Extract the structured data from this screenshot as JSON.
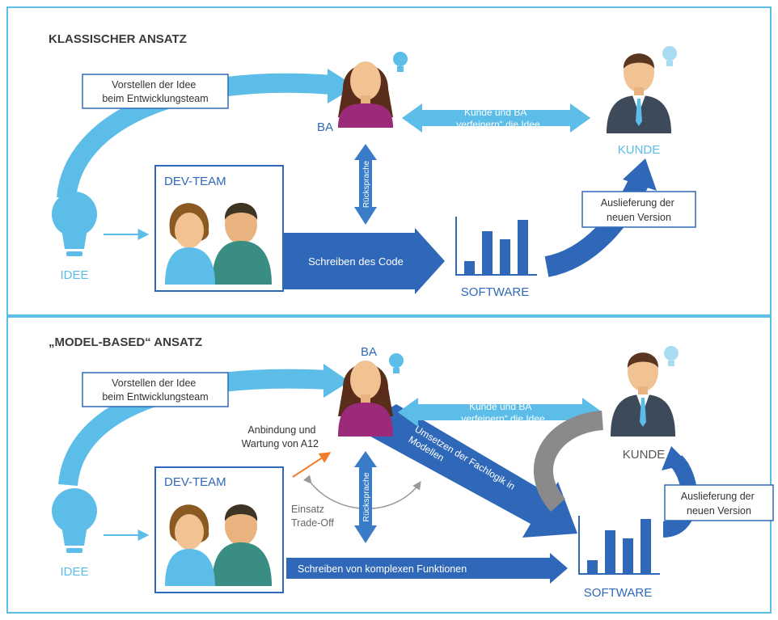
{
  "colors": {
    "light_blue": "#5bbde8",
    "dark_blue": "#2f68b8",
    "mid_blue": "#3a7cc8",
    "gray_arrow": "#8a8a8a",
    "orange": "#f07b2b",
    "frame": "#5bbde8"
  },
  "panel1": {
    "title": "KLASSISCHER ANSATZ",
    "present_box": [
      "Vorstellen der Idee",
      "beim Entwicklungsteam"
    ],
    "ba_label": "BA",
    "refine": [
      "Kunde und BA",
      "„verfeinern“ die Idee"
    ],
    "kunde_label": "KUNDE",
    "ruecksprache": "Rücksprache",
    "devteam_label": "DEV-TEAM",
    "idee_label": "IDEE",
    "code_arrow": "Schreiben des Code",
    "software_label": "SOFTWARE",
    "delivery_box": [
      "Auslieferung der",
      "neuen Version"
    ]
  },
  "panel2": {
    "title": "„MODEL-BASED“ ANSATZ",
    "present_box": [
      "Vorstellen der Idee",
      "beim Entwicklungsteam"
    ],
    "ba_label": "BA",
    "refine": [
      "Kunde und BA",
      "„verfeinern“ die Idee"
    ],
    "kunde_label": "KUNDE",
    "anbindung": [
      "Anbindung und",
      "Wartung von A12"
    ],
    "umsetzen": [
      "Umsetzen der Fachlogik in",
      "Modellen"
    ],
    "einsatz": [
      "Einsatz",
      "Trade-Off"
    ],
    "ruecksprache": "Rücksprache",
    "devteam_label": "DEV-TEAM",
    "idee_label": "IDEE",
    "functions_arrow": "Schreiben von komplexen Funktionen",
    "software_label": "SOFTWARE",
    "delivery_box": [
      "Auslieferung der",
      "neuen Version"
    ]
  }
}
